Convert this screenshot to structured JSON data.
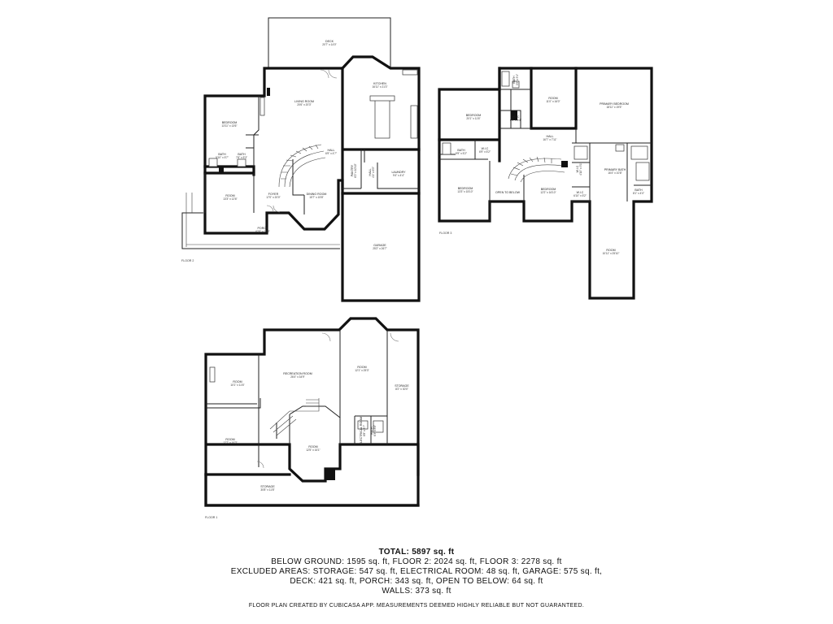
{
  "floors": {
    "floor2": {
      "label": "FLOOR 2",
      "rooms": [
        {
          "id": "deck",
          "name": "DECK",
          "dims": "20'7\" x 14'0\""
        },
        {
          "id": "living",
          "name": "LIVING ROOM",
          "dims": "20'6\" x 20'3\""
        },
        {
          "id": "kitchen",
          "name": "KITCHEN",
          "dims": "16'11\" x 21'3\""
        },
        {
          "id": "bedroom",
          "name": "BEDROOM",
          "dims": "13'11\" x 13'6\""
        },
        {
          "id": "bath1",
          "name": "BATH",
          "dims": "5'10\" x 5'7\""
        },
        {
          "id": "bath2",
          "name": "BATH",
          "dims": "7'6\" x 5'3\""
        },
        {
          "id": "hall",
          "name": "HALL",
          "dims": "6'9\" x 4'7\""
        },
        {
          "id": "pantry",
          "name": "PANTRY",
          "dims": "6'2\" x 10'10\""
        },
        {
          "id": "hall2",
          "name": "HALL",
          "dims": "4'1\" x 6'5\""
        },
        {
          "id": "laundry",
          "name": "LAUNDRY",
          "dims": "9'4\" x 4'4\""
        },
        {
          "id": "room",
          "name": "ROOM",
          "dims": "13'3\" x 12'6\""
        },
        {
          "id": "foyer",
          "name": "FOYER",
          "dims": "17'0\" x 20'0\""
        },
        {
          "id": "dining",
          "name": "DINING ROOM",
          "dims": "15'7\" x 15'8\""
        },
        {
          "id": "porch",
          "name": "PORCH",
          "dims": "62'6\" x 19'8\""
        },
        {
          "id": "garage",
          "name": "GARAGE",
          "dims": "25'2\" x 26'7\""
        }
      ]
    },
    "floor3": {
      "label": "FLOOR 3",
      "rooms": [
        {
          "id": "bath_a",
          "name": "BATH",
          "dims": "9'5\" x 5'4\""
        },
        {
          "id": "room_a",
          "name": "ROOM",
          "dims": "11'0\" x 16'0\""
        },
        {
          "id": "primary_bed",
          "name": "PRIMARY BEDROOM",
          "dims": "18'11\" x 19'5\""
        },
        {
          "id": "bedroom_a",
          "name": "BEDROOM",
          "dims": "20'1\" x 11'6\""
        },
        {
          "id": "wic_a",
          "name": "W.I.C",
          "dims": "6'0\" x 6'4\""
        },
        {
          "id": "hall_a",
          "name": "HALL",
          "dims": "16'7\" x 7'11\""
        },
        {
          "id": "bath_b",
          "name": "BATH",
          "dims": "9'9\" x 5'2\""
        },
        {
          "id": "wic_b",
          "name": "W.I.C",
          "dims": "6'9\" x 5'2\""
        },
        {
          "id": "primary_bath",
          "name": "PRIMARY BATH",
          "dims": "16'4\" x 10'8\""
        },
        {
          "id": "bath_c",
          "name": "BATH",
          "dims": "8'1\" x 4'0\""
        },
        {
          "id": "bedroom_b",
          "name": "BEDROOM",
          "dims": "13'3\" x 15'10\""
        },
        {
          "id": "open_below",
          "name": "OPEN TO BELOW",
          "dims": ""
        },
        {
          "id": "bedroom_c",
          "name": "BEDROOM",
          "dims": "12'2\" x 16'10\""
        },
        {
          "id": "wic_c",
          "name": "W.I.C",
          "dims": "4'10\" x 3'1\""
        },
        {
          "id": "wic_d",
          "name": "W.I.C",
          "dims": "6'10\" x 5'2\""
        },
        {
          "id": "room_b",
          "name": "ROOM",
          "dims": "10'11\" x 25'10\""
        }
      ]
    },
    "floor1": {
      "label": "FLOOR 1",
      "rooms": [
        {
          "id": "rec",
          "name": "RECREATION ROOM",
          "dims": "26'4\" x 34'9\""
        },
        {
          "id": "room_r",
          "name": "ROOM",
          "dims": "12'1\" x 25'3\""
        },
        {
          "id": "storage_r",
          "name": "STORAGE",
          "dims": "8'2\" x 30'0\""
        },
        {
          "id": "room_u",
          "name": "ROOM",
          "dims": "10'1\" x 11'6\""
        },
        {
          "id": "room_l",
          "name": "ROOM",
          "dims": "12'7\" x 16'3\""
        },
        {
          "id": "elec",
          "name": "ELECTRICAL ROOM",
          "dims": "6'8\" x 8'7\""
        },
        {
          "id": "bath_f",
          "name": "BATH",
          "dims": "6'3\" x 8'6\""
        },
        {
          "id": "room_c",
          "name": "ROOM",
          "dims": "12'5\" x 16'1\""
        },
        {
          "id": "storage_b",
          "name": "STORAGE",
          "dims": "30'8\" x 11'8\""
        }
      ]
    }
  },
  "summary": {
    "total": "TOTAL: 5897 sq. ft",
    "below": "BELOW GROUND: 1595 sq. ft, FLOOR 2: 2024 sq. ft, FLOOR 3: 2278 sq. ft",
    "excluded": "EXCLUDED AREAS: STORAGE: 547 sq. ft, ELECTRICAL ROOM: 48 sq. ft, GARAGE: 575 sq. ft,",
    "deck": "DECK: 421 sq. ft, PORCH: 343 sq. ft, OPEN TO BELOW: 64 sq. ft",
    "walls": "WALLS: 373 sq. ft"
  },
  "disclaimer": "FLOOR PLAN CREATED BY CUBICASA APP. MEASUREMENTS DEEMED HIGHLY RELIABLE BUT NOT GUARANTEED."
}
